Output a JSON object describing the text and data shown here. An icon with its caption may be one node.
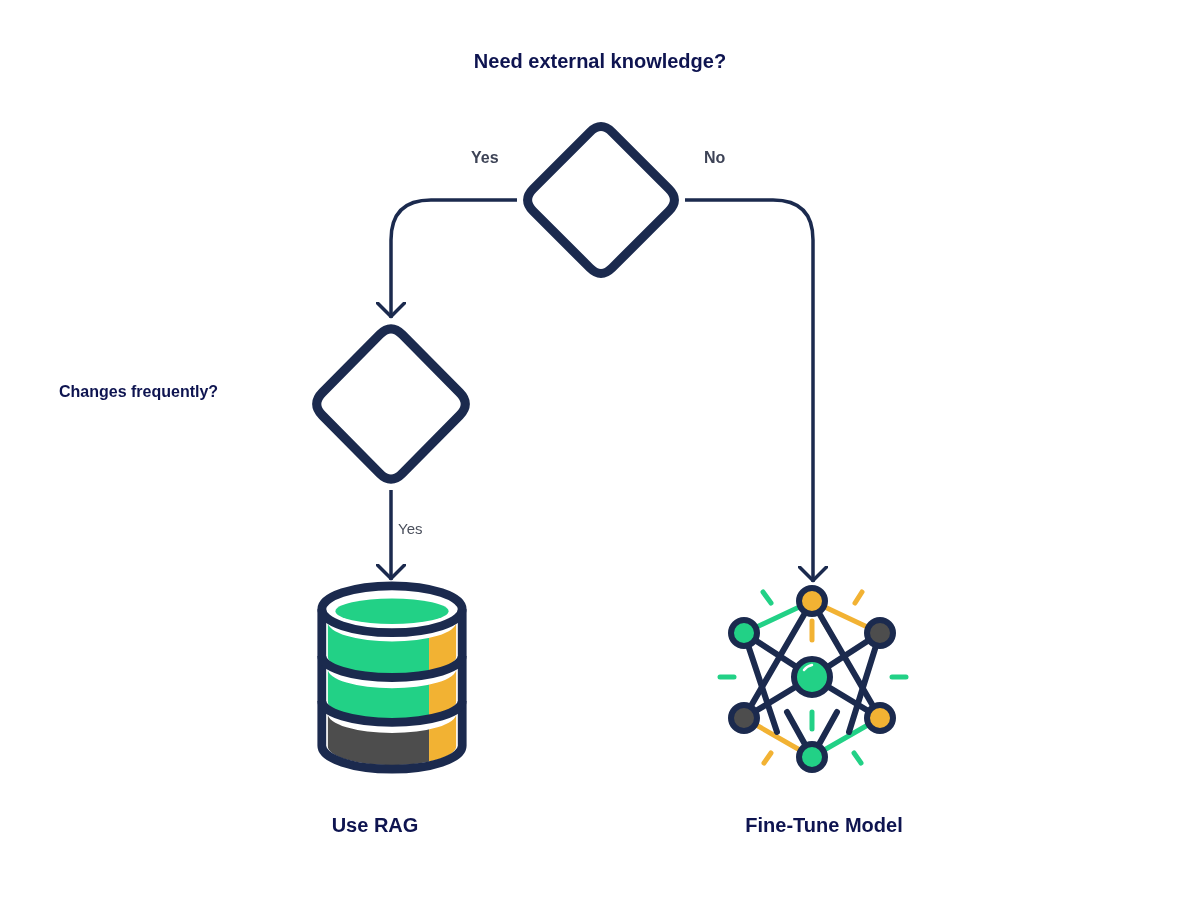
{
  "diagram": {
    "nodes": [
      {
        "text": [],
        "shape": "diamond",
        "beside": [
          "Need external knowledge?"
        ]
      },
      {
        "text": [],
        "shape": "diamond"
      },
      {
        "text": [],
        "shape": "cylinder",
        "beside": [
          "Use RAG"
        ]
      },
      {
        "text": [],
        "shape": "picture",
        "beside": [
          "Fine-Tune Model"
        ]
      }
    ],
    "edges": [
      {
        "from": 0,
        "to": 1,
        "arrow": "to",
        "label": "Yes"
      },
      {
        "from": 0,
        "to": 3,
        "arrow": "to",
        "label": "No"
      },
      {
        "from": 1,
        "to": 2,
        "arrow": "to",
        "label": "Yes"
      }
    ],
    "labels": [
      "Changes frequently?"
    ]
  }
}
